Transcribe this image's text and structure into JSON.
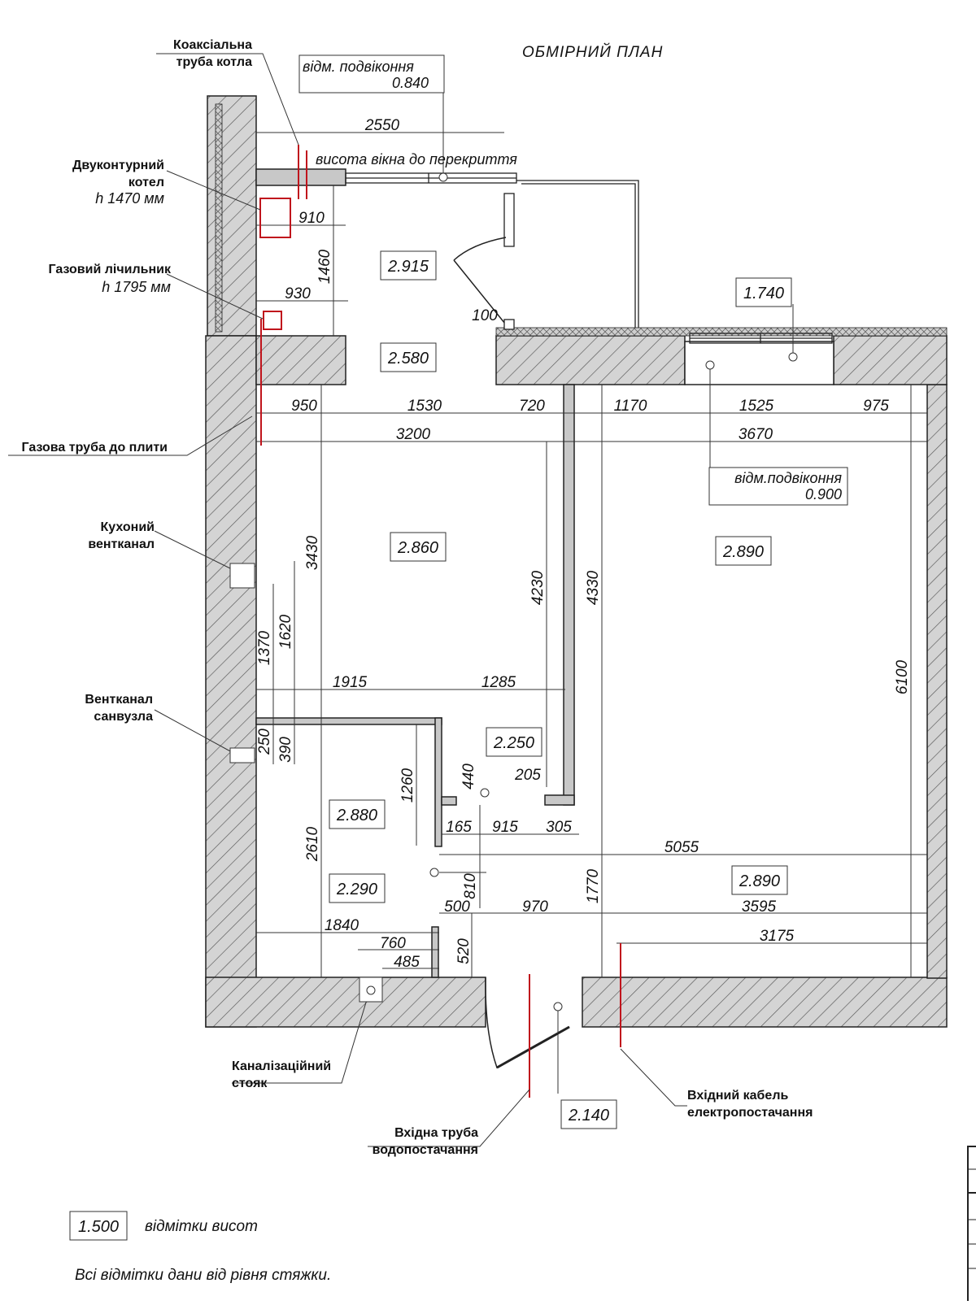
{
  "title": "ОБМІРНИЙ ПЛАН",
  "labels": {
    "coax_1": "Коаксіальна",
    "coax_2": "труба котла",
    "boiler_1": "Двуконтурний",
    "boiler_2": "котел",
    "boiler_3": "h 1470 мм",
    "gasmeter_1": "Газовий лічильник",
    "gasmeter_2": "h 1795 мм",
    "gaspipe": "Газова труба до плити",
    "kitchen_vent_1": "Кухоний",
    "kitchen_vent_2": "вентканал",
    "bath_vent_1": "Вентканал",
    "bath_vent_2": "санвузла",
    "sewer_1": "Каналізаційний",
    "sewer_2": "стояк",
    "water_1": "Вхідна труба",
    "water_2": "водопостачання",
    "cable_1": "Вхідний кабель",
    "cable_2": "електропостачання",
    "sill_1_a": "відм. подвіконня",
    "sill_1_b": "0.840",
    "window_height": "висота вікна до перекриття",
    "sill_2_a": "відм.подвіконня",
    "sill_2_b": "0.900"
  },
  "elevations": {
    "e1": "2.915",
    "e2": "2.580",
    "e3": "1.740",
    "e4": "2.860",
    "e5": "2.890",
    "e6": "2.250",
    "e7": "2.880",
    "e8": "2.290",
    "e9": "2.890",
    "e10": "2.140"
  },
  "dims": {
    "d2550": "2550",
    "d910": "910",
    "d1460": "1460",
    "d930": "930",
    "d100": "100",
    "d950": "950",
    "d1530": "1530",
    "d720": "720",
    "d1170": "1170",
    "d1525": "1525",
    "d975": "975",
    "d3200": "3200",
    "d3670": "3670",
    "d3430": "3430",
    "d1620": "1620",
    "d1370": "1370",
    "d4230": "4230",
    "d4330": "4330",
    "d6100": "6100",
    "d1915": "1915",
    "d1285": "1285",
    "d250": "250",
    "d390": "390",
    "d1260": "1260",
    "d440": "440",
    "d205": "205",
    "d165": "165",
    "d915": "915",
    "d305": "305",
    "d5055": "5055",
    "d2610": "2610",
    "d810": "810",
    "d1770": "1770",
    "d500": "500",
    "d970": "970",
    "d3595": "3595",
    "d1840": "1840",
    "d760": "760",
    "d485": "485",
    "d520": "520",
    "d3175": "3175"
  },
  "legend": {
    "sample": "1.500",
    "text": "відмітки висот"
  },
  "footnote": "Всі відмітки дани від рівня стяжки."
}
